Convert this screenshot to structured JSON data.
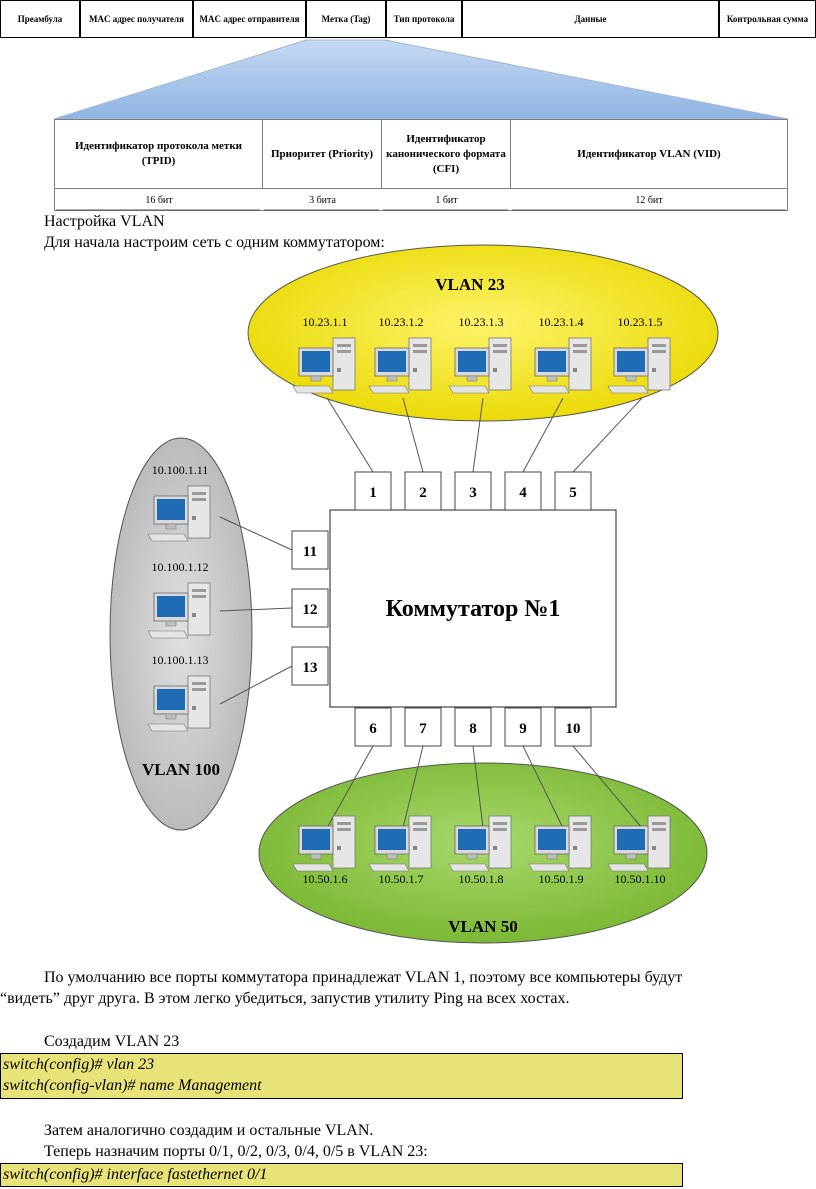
{
  "frame_fields": [
    {
      "label": "Преамбула",
      "color": "#ffff00"
    },
    {
      "label": "MAC адрес получателя",
      "color": "#0070c0"
    },
    {
      "label": "MAC адрес отправителя",
      "color": "#ffc000"
    },
    {
      "label": "Метка (Tag)",
      "color": "#ffff99"
    },
    {
      "label": "Тип протокола",
      "color": "#00b050"
    },
    {
      "label": "Данные",
      "color": "#dce6f1"
    },
    {
      "label": "Контрольная сумма",
      "color": "#4f6228"
    }
  ],
  "tag_fields": [
    {
      "name": "Идентификатор протокола метки (TPID)",
      "bits": "16 бит"
    },
    {
      "name": "Приоритет (Priority)",
      "bits": "3 бита"
    },
    {
      "name": "Идентификатор канонического формата (CFI)",
      "bits": "1 бит"
    },
    {
      "name": "Идентификатор VLAN (VID)",
      "bits": "12 бит"
    }
  ],
  "heading": "Настройка VLAN",
  "intro": "Для начала настроим сеть с одним коммутатором:",
  "diagram": {
    "switch_label": "Коммутатор №1",
    "ports_top": [
      "1",
      "2",
      "3",
      "4",
      "5"
    ],
    "ports_bottom": [
      "6",
      "7",
      "8",
      "9",
      "10"
    ],
    "ports_left": [
      "11",
      "12",
      "13"
    ],
    "vlan23": {
      "label": "VLAN 23",
      "hosts": [
        "10.23.1.1",
        "10.23.1.2",
        "10.23.1.3",
        "10.23.1.4",
        "10.23.1.5"
      ],
      "color": "#f2e600"
    },
    "vlan50": {
      "label": "VLAN 50",
      "hosts": [
        "10.50.1.6",
        "10.50.1.7",
        "10.50.1.8",
        "10.50.1.9",
        "10.50.1.10"
      ],
      "color": "#8cc63f"
    },
    "vlan100": {
      "label": "VLAN 100",
      "hosts": [
        "10.100.1.11",
        "10.100.1.12",
        "10.100.1.13"
      ],
      "color": "#c8c8c8"
    }
  },
  "paragraph1_line1": "По умолчанию все порты коммутатора принадлежат VLAN 1, поэтому все компьютеры будут",
  "paragraph1_line2": "“видеть” друг друга. В этом легко убедиться, запустив утилиту Ping на всех хостах.",
  "create_title": "Создадим VLAN 23",
  "code1": [
    "switch(config)#  vlan 23",
    "switch(config-vlan)# name Management"
  ],
  "para2": "Затем аналогично создадим и остальные VLAN.",
  "para3": "Теперь назначим порты 0/1, 0/2, 0/3, 0/4, 0/5 в VLAN 23:",
  "code2": [
    "switch(config)# interface fastethernet 0/1"
  ]
}
